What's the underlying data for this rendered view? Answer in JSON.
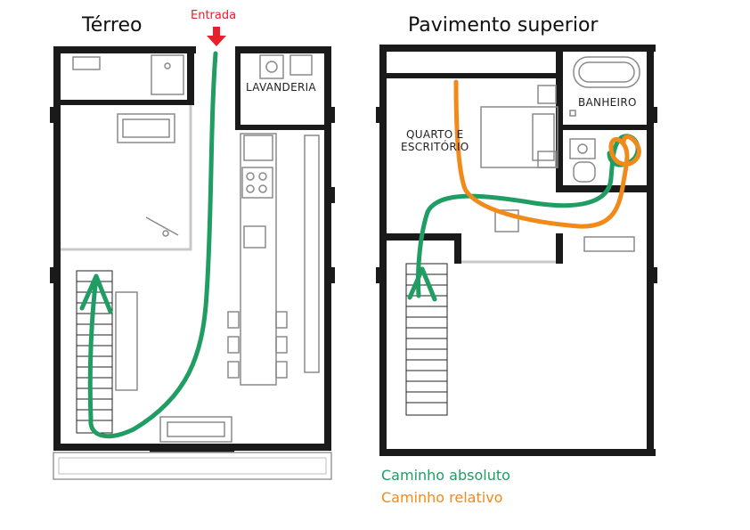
{
  "ground_floor": {
    "title": "Térreo",
    "entrance_label": "Entrada",
    "laundry_label": "LAVANDERIA"
  },
  "upper_floor": {
    "title": "Pavimento superior",
    "bedroom_label": "QUARTO E",
    "bedroom_label_2": "ESCRITÓRIO",
    "bathroom_label": "BANHEIRO"
  },
  "legend": {
    "absolute_label": "Caminho absoluto",
    "relative_label": "Caminho relativo"
  },
  "colors": {
    "absolute_path": "#1f9d63",
    "relative_path": "#f28a1a",
    "entrance_arrow": "#e8202a",
    "wall": "#1a1a1a",
    "furniture": "#8a8a8a"
  }
}
